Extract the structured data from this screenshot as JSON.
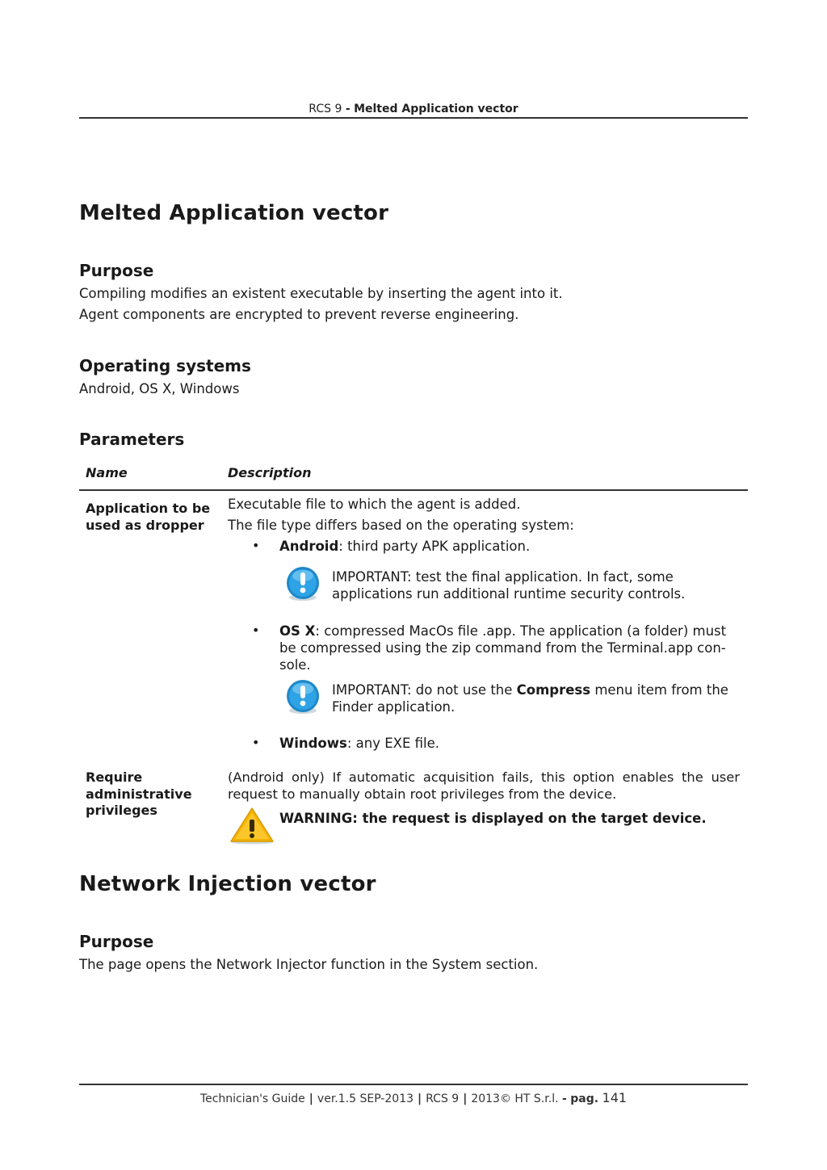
{
  "header": {
    "product": "RCS 9",
    "dash": "-",
    "title": "Melted Application vector"
  },
  "section1": {
    "title": "Melted Application vector",
    "purpose_heading": "Purpose",
    "purpose_lines": [
      "Compiling modifies an existent executable by inserting the agent into it.",
      "Agent components are encrypted to prevent reverse engineering."
    ],
    "os_heading": "Operating systems",
    "os_value": "Android, OS X, Windows",
    "params_heading": "Parameters",
    "table": {
      "col_name": "Name",
      "col_desc": "Description",
      "row1": {
        "name_line1": "Application to be",
        "name_line2": "used as dropper",
        "desc_line1": "Executable file to which the agent is added.",
        "desc_line2": "The file type differs based on the operating system:",
        "bullets": [
          {
            "label": "Android",
            "text": ": third party APK application."
          },
          {
            "label": "OS X",
            "line1": ": compressed MacOs file .app. The application (a folder) must",
            "line2": "be compressed using the zip command from the Terminal.app con-",
            "line3": "sole."
          },
          {
            "label": "Windows",
            "text": ": any EXE file."
          }
        ],
        "note1": {
          "line1": "IMPORTANT: test the final application. In fact, some",
          "line2": "applications run additional runtime security controls."
        },
        "note2": {
          "pre": "IMPORTANT: do not use the ",
          "bold": "Compress",
          "post": " menu item from the",
          "line2": "Finder application."
        }
      },
      "row2": {
        "name_line1": "Require",
        "name_line2": "administrative",
        "name_line3": "privileges",
        "desc_line1": "(Android only) If automatic acquisition fails, this option enables the user",
        "desc_line2": "request to manually obtain root privileges from the device.",
        "warning": "WARNING: the request is displayed on the target device."
      }
    }
  },
  "section2": {
    "title": "Network Injection vector",
    "purpose_heading": "Purpose",
    "purpose_line": "The page opens the Network Injector function in the System section."
  },
  "footer": {
    "guide": "Technician's Guide",
    "version": "ver.1.5 SEP-2013",
    "product": "RCS 9",
    "copyright": "2013© HT S.r.l.",
    "dash": "-",
    "pag_label": "pag.",
    "page_number": "141"
  },
  "colors": {
    "info_icon": "#1e88c9",
    "warning_icon": "#f5b400",
    "rule": "#333333"
  },
  "icons": {
    "info": "info-exclamation-icon",
    "warning": "warning-triangle-icon",
    "bullet": "bullet-icon"
  }
}
